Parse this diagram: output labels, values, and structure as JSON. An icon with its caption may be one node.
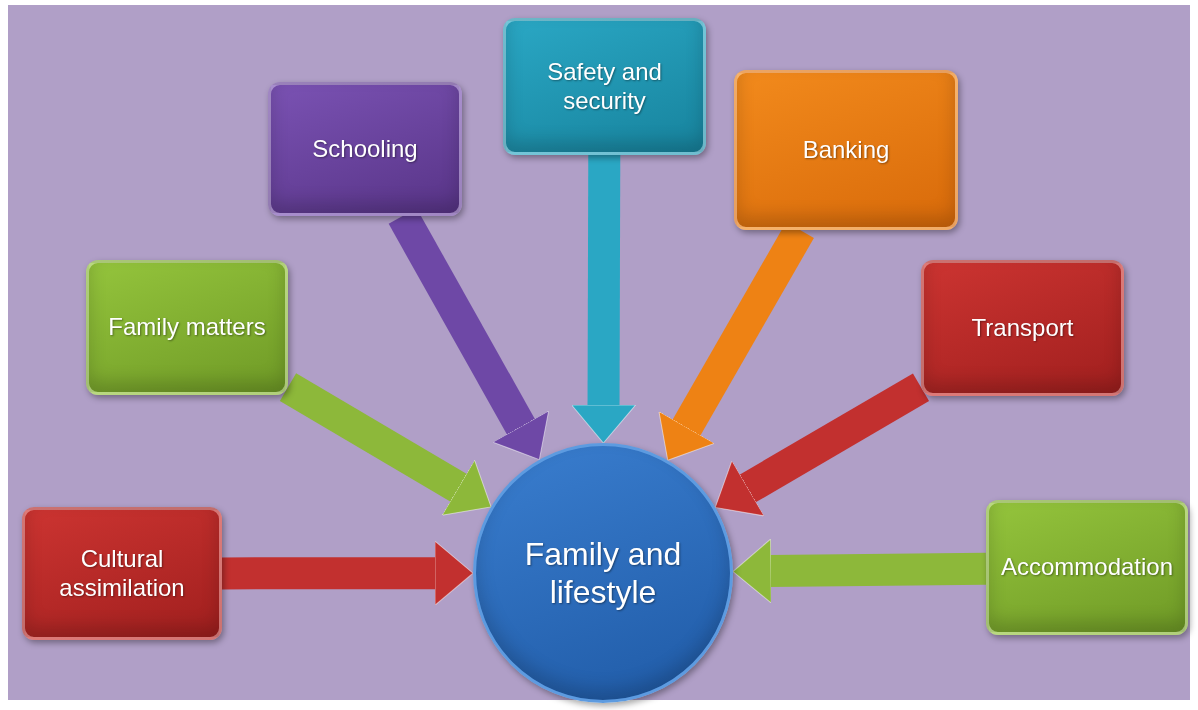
{
  "diagram": {
    "nodes": [
      {
        "text": [
          "Safety and security"
        ]
      },
      {
        "text": [
          "Schooling"
        ]
      },
      {
        "text": [
          "Banking"
        ]
      },
      {
        "text": [
          "Family matters"
        ]
      },
      {
        "text": [
          "Transport"
        ]
      },
      {
        "text": [
          "Cultural assimilation"
        ]
      },
      {
        "text": [
          "Family and lifestyle"
        ]
      },
      {
        "text": [
          "Accommodation"
        ]
      }
    ],
    "edges": [
      {
        "from": 0,
        "to": 6,
        "arrow": "to",
        "color": "#2aa7c4"
      },
      {
        "from": 1,
        "to": 6,
        "arrow": "to",
        "color": "#6e48a6"
      },
      {
        "from": 2,
        "to": 6,
        "arrow": "to",
        "color": "#ee8214"
      },
      {
        "from": 3,
        "to": 6,
        "arrow": "to",
        "color": "#8db83a"
      },
      {
        "from": 4,
        "to": 6,
        "arrow": "to",
        "color": "#c2302f"
      },
      {
        "from": 5,
        "to": 6,
        "arrow": "to",
        "color": "#c2302f"
      },
      {
        "from": 7,
        "to": 6,
        "arrow": "to",
        "color": "#8db83a"
      }
    ]
  }
}
